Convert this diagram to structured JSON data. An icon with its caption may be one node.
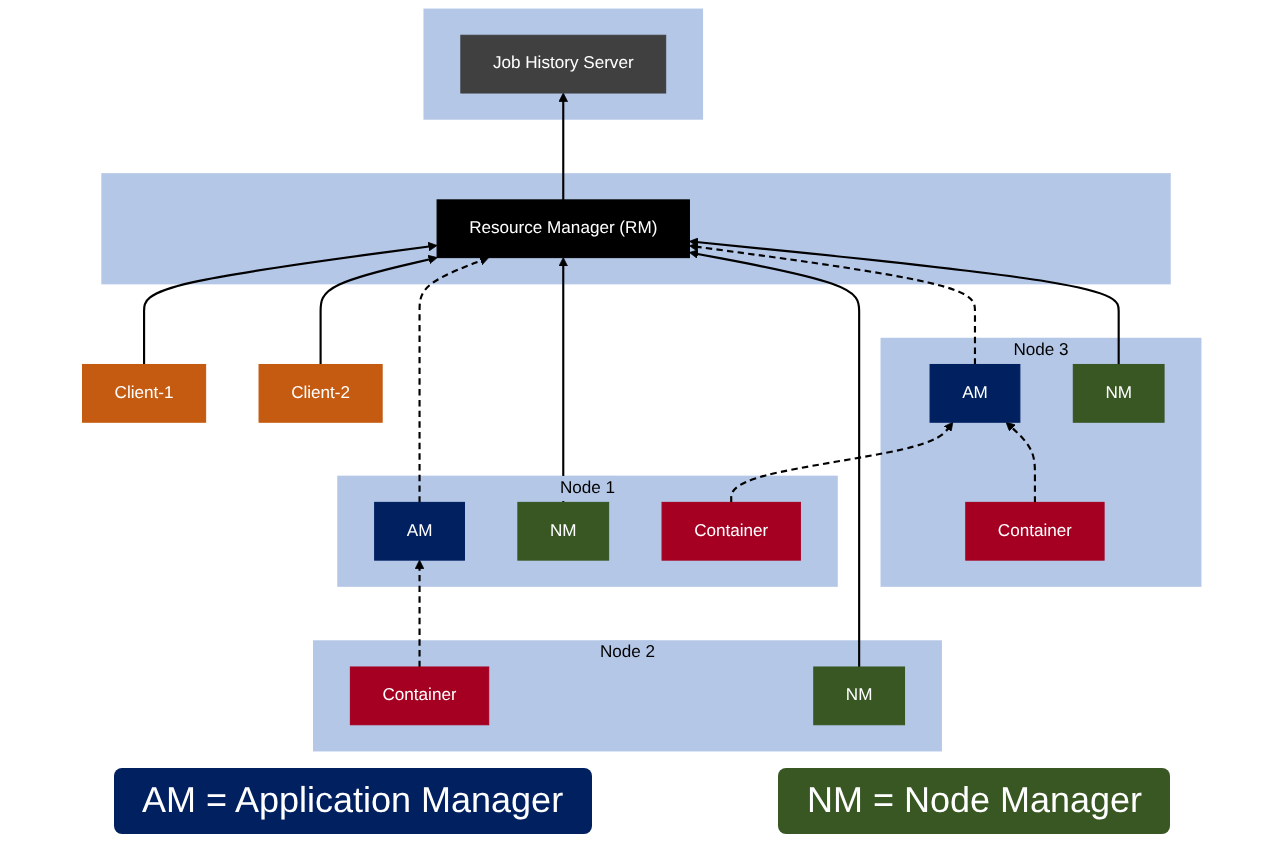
{
  "diagram": {
    "nodes": [
      {
        "text": [
          "Client-1"
        ]
      },
      {
        "text": [
          "Client-2"
        ]
      },
      {
        "text": [],
        "shape": "box"
      },
      {
        "text": [
          "Resource Manager (RM)"
        ],
        "in": 2
      },
      {
        "text": [],
        "shape": "box"
      },
      {
        "text": [
          "Job History Server"
        ],
        "in": 4
      },
      {
        "text": [
          "Node 1"
        ]
      },
      {
        "text": [
          "AM"
        ],
        "in": 6
      },
      {
        "text": [
          "NM"
        ],
        "in": 6
      },
      {
        "text": [
          "Container"
        ],
        "in": 6
      },
      {
        "text": [
          "Node 2"
        ]
      },
      {
        "text": [
          "NM"
        ],
        "in": 10
      },
      {
        "text": [
          "Container"
        ],
        "in": 10
      },
      {
        "text": [
          "Node 3"
        ]
      },
      {
        "text": [
          "AM"
        ],
        "in": 13
      },
      {
        "text": [
          "NM"
        ],
        "in": 13
      },
      {
        "text": [
          "Container"
        ],
        "in": 13
      }
    ],
    "edges": [
      {
        "from": 0,
        "to": 3,
        "arrow": "to"
      },
      {
        "from": 1,
        "to": 3,
        "arrow": "to"
      },
      {
        "from": 3,
        "to": 5,
        "arrow": "to"
      },
      {
        "from": 7,
        "to": 3,
        "arrow": "to",
        "style": "dashed"
      },
      {
        "from": 8,
        "to": 3,
        "arrow": "to"
      },
      {
        "from": 11,
        "to": 3,
        "arrow": "to"
      },
      {
        "from": 14,
        "to": 3,
        "arrow": "to",
        "style": "dashed"
      },
      {
        "from": 15,
        "to": 3,
        "arrow": "to"
      },
      {
        "from": 12,
        "to": 7,
        "arrow": "to",
        "style": "dashed"
      },
      {
        "from": 9,
        "to": 14,
        "arrow": "to",
        "style": "dashed"
      },
      {
        "from": 16,
        "to": 14,
        "arrow": "to",
        "style": "dashed"
      }
    ],
    "legend": [
      {
        "text": "AM = Application Manager",
        "color": "#002060"
      },
      {
        "text": "NM = Node Manager",
        "color": "#385723"
      }
    ]
  }
}
